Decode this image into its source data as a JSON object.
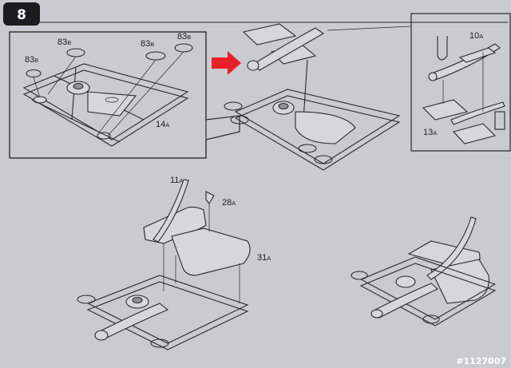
{
  "step": {
    "number": "8"
  },
  "arrow_color": "#e8202a",
  "labels": {
    "l1": {
      "num": "83",
      "suf": "B"
    },
    "l2": {
      "num": "83",
      "suf": "B"
    },
    "l3": {
      "num": "83",
      "suf": "B"
    },
    "l4": {
      "num": "83",
      "suf": "B"
    },
    "l5": {
      "num": "14",
      "suf": "A"
    },
    "l6": {
      "num": "10",
      "suf": "A"
    },
    "l7": {
      "num": "13",
      "suf": "A"
    },
    "l8": {
      "num": "11",
      "suf": "A"
    },
    "l9": {
      "num": "28",
      "suf": "A"
    },
    "l10": {
      "num": "31",
      "suf": "A"
    }
  },
  "watermark": "#1127007"
}
